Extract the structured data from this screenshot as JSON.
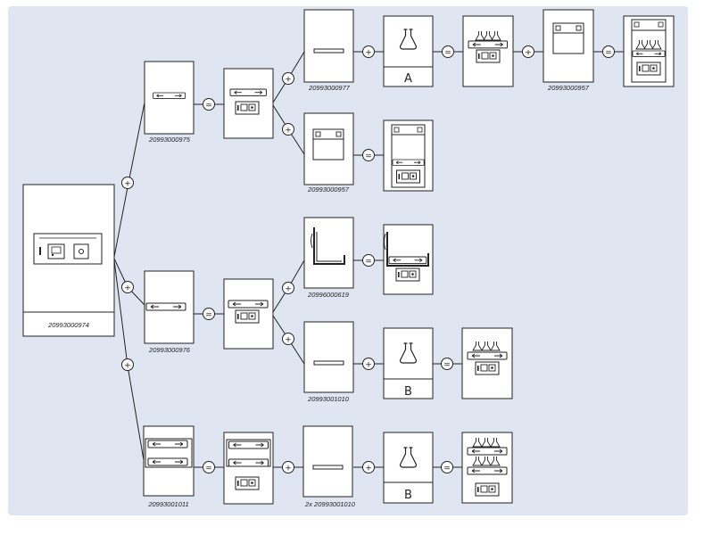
{
  "diagram": {
    "colors": {
      "background": "#dfe6f1",
      "frame": "#ffffff",
      "stroke": "#222222"
    },
    "part_numbers": {
      "base": "20993000974",
      "rail_top": "20993000975",
      "rail_mid": "20993000976",
      "rail_bottom": "20993001011",
      "bar_a": "20993000977",
      "panel_a_top": "20993000957",
      "panel_mid": "20993000957",
      "bracket": "20996000619",
      "bar_b": "20993001010",
      "bar_bottom": "2x 20993001010"
    },
    "flask_labels": {
      "a": "A",
      "b": "B",
      "c": "B"
    },
    "operators": {
      "plus": "+",
      "equals": "="
    }
  }
}
